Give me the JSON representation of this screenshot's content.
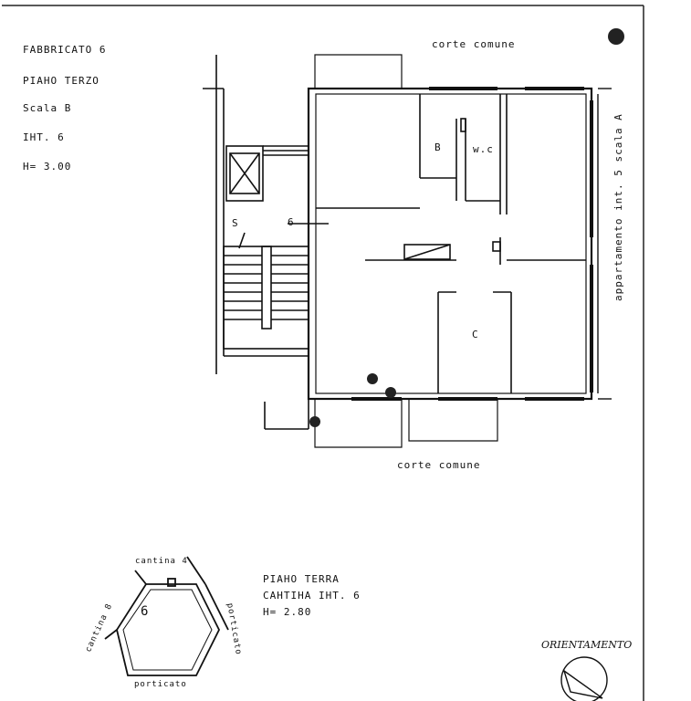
{
  "header": {
    "building": "FABBRICATO 6",
    "floor": "PIAHO TERZO",
    "stair": "Scala B",
    "unit": "IHT. 6",
    "height": "H= 3.00"
  },
  "plan": {
    "court_top": "corte comune",
    "court_bottom": "corte comune",
    "adjacent": "appartamento int. 5 scala A",
    "room_b": "B",
    "room_wc": "w.c",
    "room_c": "C",
    "stair_s": "S",
    "stair_6": "6"
  },
  "cellar": {
    "floor": "PIAHO TERRA",
    "unit": "CAHTIHA IHT. 6",
    "height": "H= 2.80",
    "number": "6",
    "label_top": "cantina 4",
    "label_left": "cantina 8",
    "label_right": "porticato",
    "label_bottom": "porticato"
  },
  "legend": {
    "orientation": "ORIENTAMENTO"
  }
}
